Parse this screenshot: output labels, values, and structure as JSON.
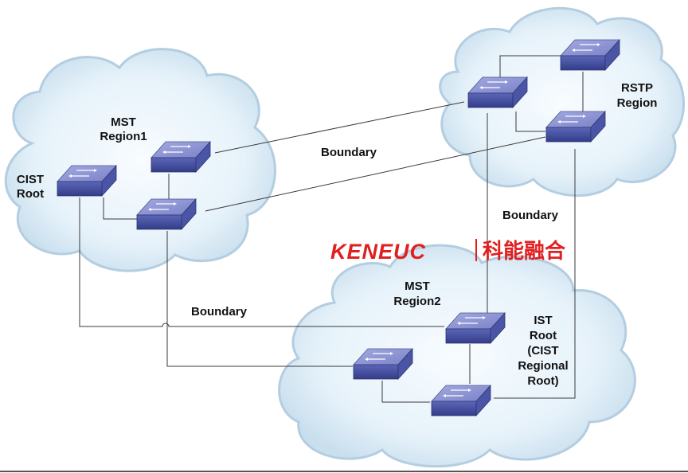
{
  "diagram": {
    "regions": {
      "mst_region1": {
        "line1": "MST",
        "line2": "Region1"
      },
      "rstp_region": {
        "line1": "RSTP",
        "line2": "Region"
      },
      "mst_region2": {
        "line1": "MST",
        "line2": "Region2"
      }
    },
    "cist_root": {
      "line1": "CIST",
      "line2": "Root"
    },
    "ist_root": {
      "line1": "IST",
      "line2": "Root",
      "line3": "(CIST",
      "line4": "Regional",
      "line5": "Root)"
    },
    "boundary_labels": [
      "Boundary",
      "Boundary",
      "Boundary"
    ],
    "watermark": {
      "latin": "KENEUC",
      "chinese": "科能融合"
    },
    "colors": {
      "cloud_fill": "#e9f4fb",
      "cloud_edge": "#b9d2e2",
      "switch_top": "#8a91d2",
      "switch_front": "#3e4a9a",
      "wire": "#3a3a3a",
      "brand_red": "#e02020"
    }
  }
}
